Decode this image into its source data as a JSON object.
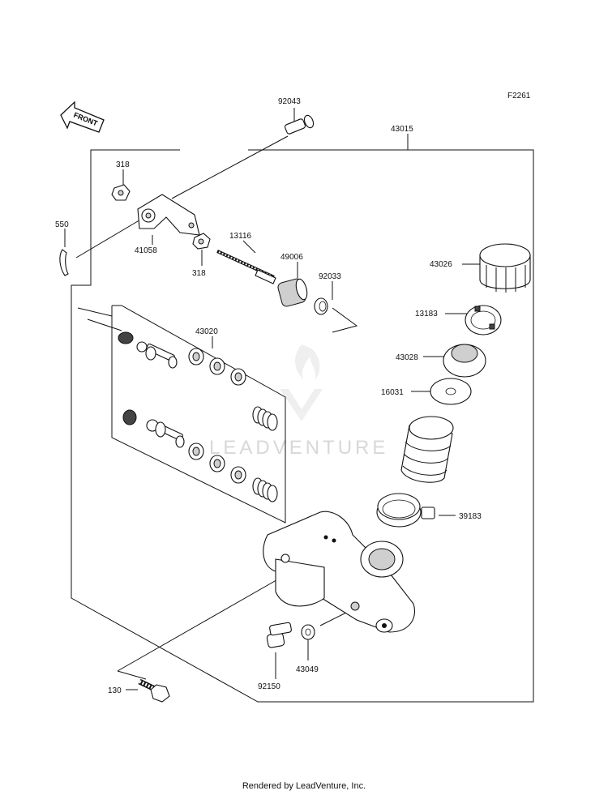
{
  "figure_code": "F2261",
  "front_label": "FRONT",
  "watermark": "LEADVENTURE",
  "footer": "Rendered by LeadVenture, Inc.",
  "parts": {
    "p92043": "92043",
    "p43015": "43015",
    "p318a": "318",
    "p550": "550",
    "p41058": "41058",
    "p318b": "318",
    "p13116": "13116",
    "p49006": "49006",
    "p92033": "92033",
    "p43026": "43026",
    "p13183": "13183",
    "p43020": "43020",
    "p43028": "43028",
    "p16031": "16031",
    "p39183": "39183",
    "p43049": "43049",
    "p92150": "92150",
    "p130": "130"
  }
}
